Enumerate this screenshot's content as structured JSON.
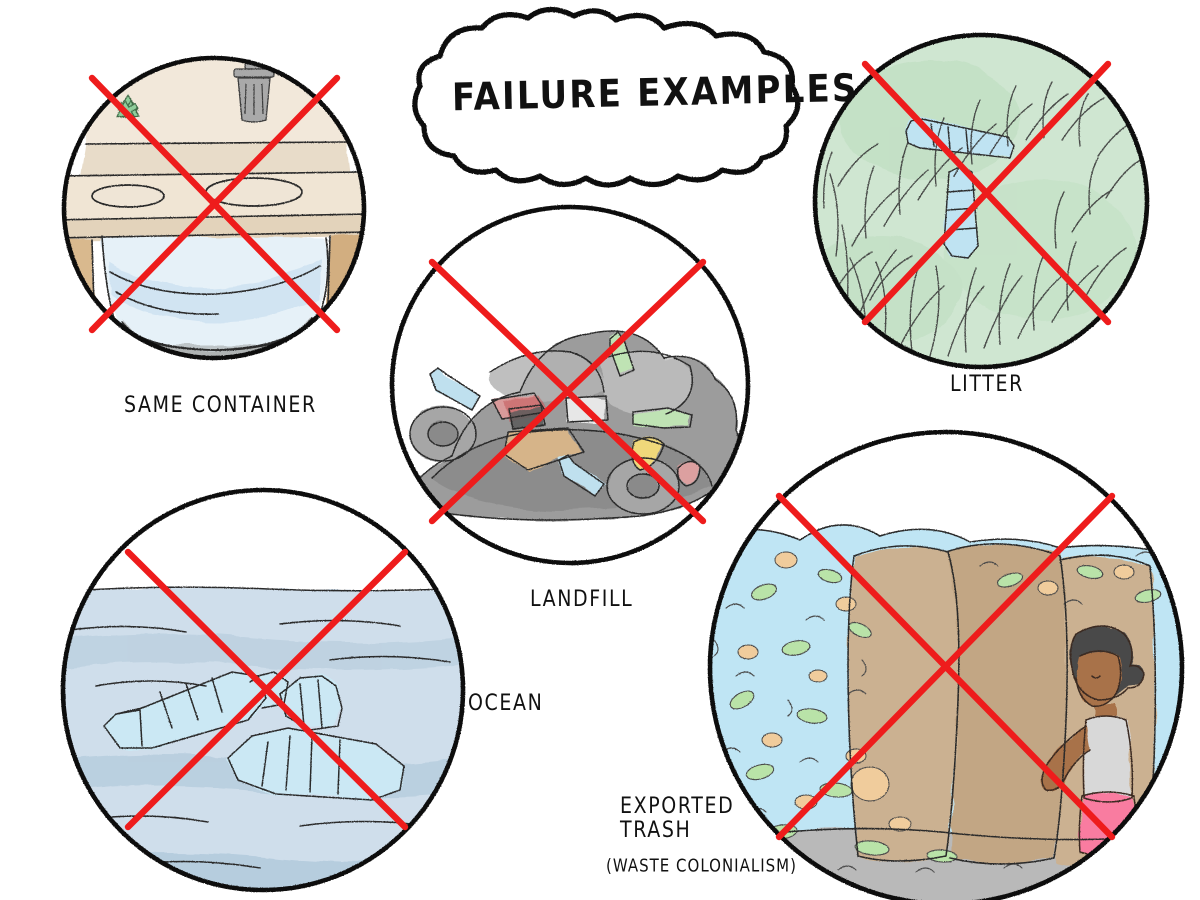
{
  "poster": {
    "title": "FAILURE EXAMPLES",
    "background_color": "#ffffff",
    "ink_color": "#111111",
    "cross_out_color": "#ee1c1c",
    "style": "hand-drawn watercolor sketch infographic"
  },
  "panels": [
    {
      "id": "same-container",
      "label": "SAME CONTAINER",
      "crossed_out": true,
      "scene": "indoor waste station: recycling symbol and trash icon signs above two chute holes on a counter, but a single blue-bag-lined gray bin underneath both",
      "colors": {
        "counter": "#efe3d2",
        "wood": "#d9b98e",
        "bin": "#b9bcbd",
        "bag": "#dbe9f3",
        "recycle_symbol": "#8fce9b",
        "trash_icon": "#a9a9a9"
      }
    },
    {
      "id": "landfill",
      "label": "LANDFILL",
      "crossed_out": true,
      "scene": "heap of garbage with tires, plastic bottles, cardboard boxes, banana peel and bags",
      "colors": {
        "refuse": "#9c9c9c",
        "cardboard": "#d6b489",
        "bottle_green": "#bfe3b4",
        "bottle_blue": "#bfe0ee",
        "banana": "#f0d87a",
        "red_item": "#d99a9a"
      }
    },
    {
      "id": "litter",
      "label": "LITTER",
      "crossed_out": true,
      "scene": "two discarded plastic bottles lying in tall grass",
      "colors": {
        "grass": "#cfe6d1",
        "bottle": "#bfe3f2"
      }
    },
    {
      "id": "ocean",
      "label": "OCEAN",
      "crossed_out": true,
      "scene": "three plastic bottles floating on open ocean water",
      "colors": {
        "water": "#cfdeeb",
        "water_deep": "#a9c3d8",
        "bottle": "#cbe8f4",
        "sky": "#ffffff"
      }
    },
    {
      "id": "exported-trash",
      "label": "EXPORTED TRASH",
      "sublabel": "(WASTE COLONIALISM)",
      "crossed_out": true,
      "scene": "person in white tank top and pink skirt standing beside huge bulging sacks next to a field of scattered plastic waste",
      "colors": {
        "waste_field": "#bfe5f4",
        "plastic_green": "#b9e3a8",
        "plastic_tan": "#f0cc9c",
        "sacks": "#cbb191",
        "ground": "#b9b9b9",
        "skin": "#a8724a",
        "hair": "#4a4a4a",
        "top": "#d8d8d8",
        "skirt": "#f97ba0"
      }
    }
  ]
}
